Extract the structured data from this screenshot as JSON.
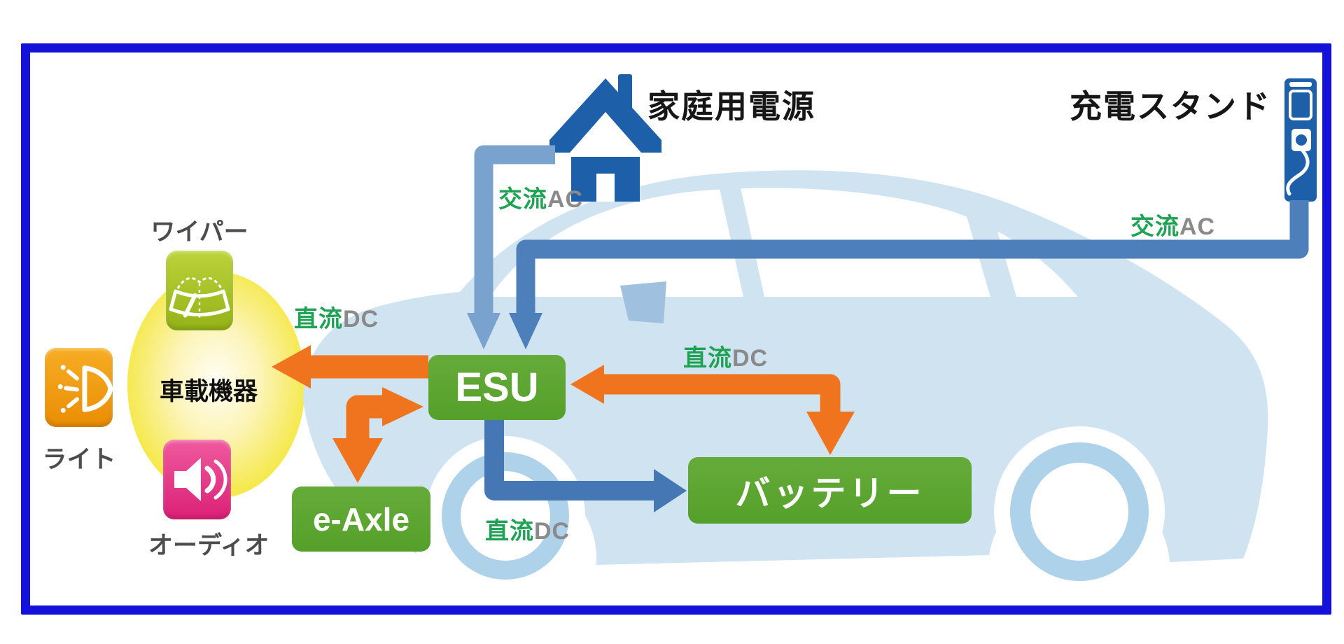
{
  "diagram": {
    "sources": {
      "home": {
        "label": "家庭用電源"
      },
      "charging_stand": {
        "label": "充電スタンド"
      }
    },
    "nodes": {
      "esu": {
        "label": "ESU"
      },
      "e_axle": {
        "label": "e-Axle"
      },
      "battery": {
        "label": "バッテリー"
      }
    },
    "equipment": {
      "label": "車載機器",
      "items": [
        {
          "id": "wiper",
          "label": "ワイパー"
        },
        {
          "id": "light",
          "label": "ライト"
        },
        {
          "id": "audio",
          "label": "オーディオ"
        }
      ]
    },
    "flow_labels": {
      "ac": {
        "jp": "交流",
        "en": "AC"
      },
      "dc": {
        "jp": "直流",
        "en": "DC"
      }
    },
    "colors": {
      "frame_blue": "#1411d9",
      "ac_blue": "#4d80bb",
      "ac_blue_light": "#7aa2cf",
      "dc_orange": "#f0741d",
      "node_green": "#5ca32e",
      "label_green": "#1fa254",
      "label_gray": "#8a8a8a",
      "icon_blue": "#1d5fa8",
      "car_blue": "#cfe3f1"
    }
  }
}
